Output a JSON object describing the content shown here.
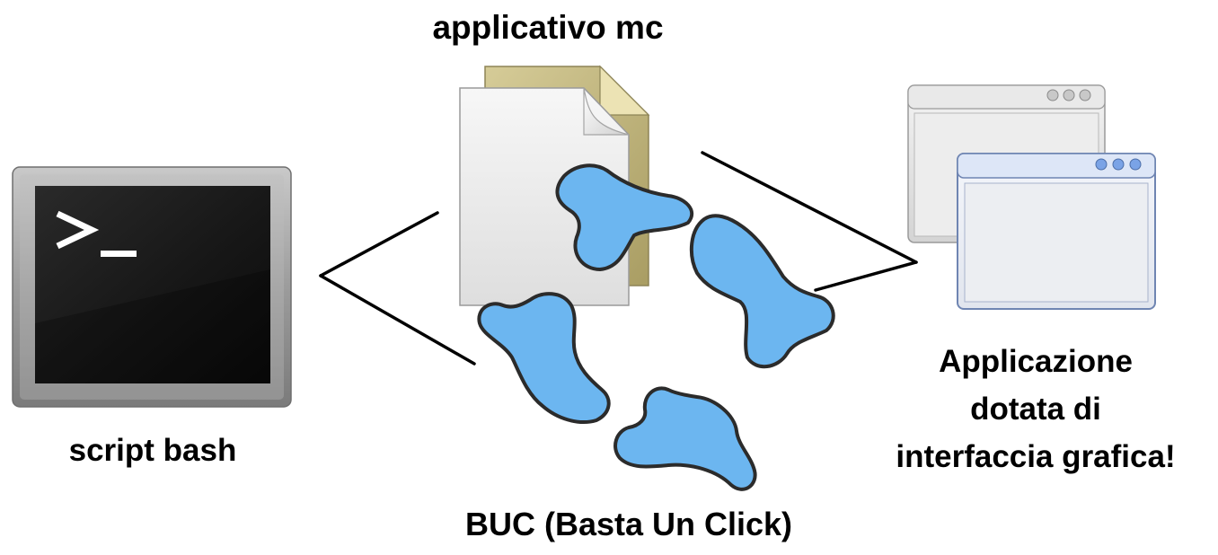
{
  "labels": {
    "top": "applicativo mc",
    "left": "script bash",
    "bottom": "BUC (Basta Un Click)",
    "right": [
      "Applicazione",
      "dotata di",
      "interfaccia grafica!"
    ]
  },
  "terminal": {
    "prompt": ">_"
  },
  "icons": {
    "left": "terminal-icon",
    "top": "document-icon",
    "center": "buc-logo-icon",
    "right": "windows-icon"
  },
  "colors": {
    "text": "#000000",
    "logo_blue": "#6cb6f0",
    "logo_outline": "#2b2b2b",
    "terminal_screen": "#121212",
    "terminal_frame": "#a9a9a9",
    "document_back": "#bdb27c",
    "document_front": "#eeeeee",
    "window_frame": "#e8e8e8",
    "window_front_title": "#dde6f7",
    "window_front_border": "#6f85b2"
  }
}
